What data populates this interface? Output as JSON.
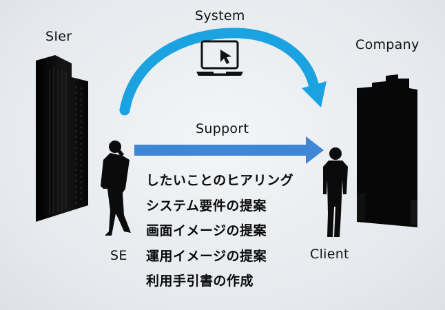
{
  "labels": {
    "system": "System",
    "sier": "SIer",
    "company": "Company",
    "support": "Support",
    "se": "SE",
    "client": "Client"
  },
  "tasks": [
    "したいことのヒアリング",
    "システム要件の提案",
    "画面イメージの提案",
    "運用イメージの提案",
    "利用手引書の作成"
  ],
  "colors": {
    "system_arrow": "#1aa3e0",
    "support_arrow": "#3f86d6",
    "silhouette": "#0b0b0b",
    "background": "#e9ecf0"
  },
  "icons": [
    "sier-building-icon",
    "company-building-icon",
    "laptop-icon",
    "cursor-icon",
    "se-person-icon",
    "client-person-icon"
  ]
}
